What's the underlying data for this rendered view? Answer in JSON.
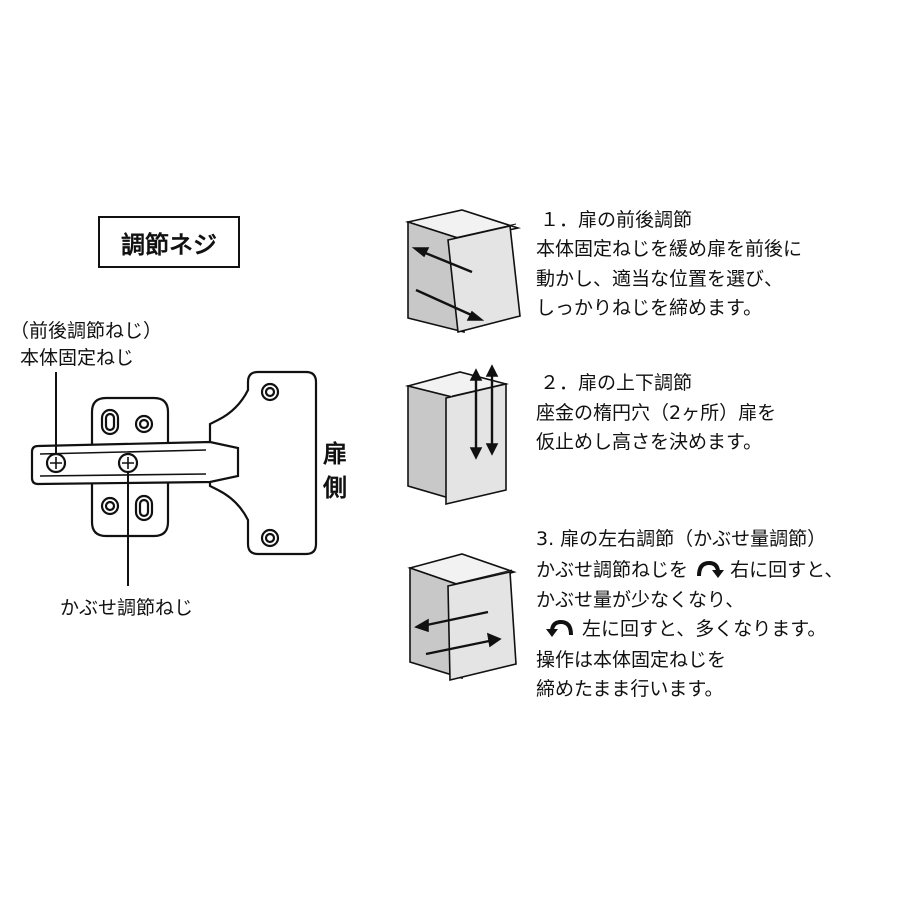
{
  "title_box": "調節ネジ",
  "hinge_labels": {
    "front_back_screw": "（前後調節ねじ）",
    "body_fixing_screw": "本体固定ねじ",
    "cover_screw": "かぶせ調節ねじ",
    "door_side_char1": "扉",
    "door_side_char2": "側"
  },
  "steps": [
    {
      "lines": [
        "１．扉の前後調節",
        "本体固定ねじを緩め扉を前後に",
        "動かし、適当な位置を選び、",
        "しっかりねじを締めます。"
      ]
    },
    {
      "lines": [
        "２．扉の上下調節",
        "座金の楕円穴（2ヶ所）扉を",
        "仮止めし高さを決めます。"
      ]
    },
    {
      "line1": "3.  扉の左右調節（かぶせ量調節）",
      "line2_before": "かぶせ調節ねじを",
      "line2_icon": "clockwise-rotation-icon",
      "line2_after": "右に回すと、",
      "line3": "かぶせ量が少なくなり、",
      "line4_icon": "counterclockwise-rotation-icon",
      "line4_after": "左に回すと、多くなります。",
      "line5": "操作は本体固定ねじを",
      "line6": "締めたまま行います。"
    }
  ],
  "colors": {
    "ink": "#111111",
    "panel_fill": "#e4e4e4",
    "panel_shade": "#c8c8c8"
  }
}
